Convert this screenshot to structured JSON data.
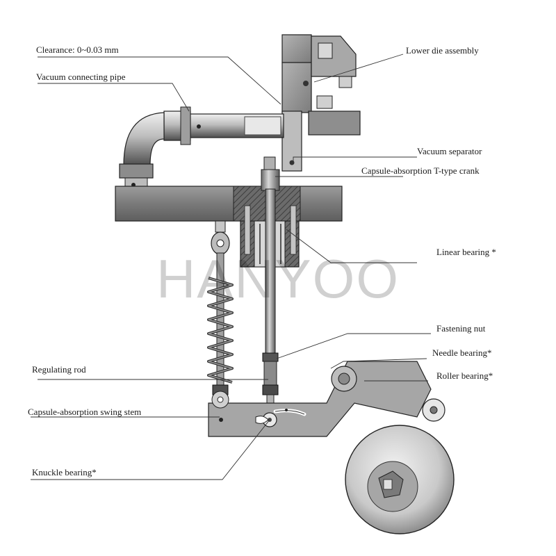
{
  "watermark": "HANYOO",
  "labels": {
    "clearance": "Clearance: 0~0.03 mm",
    "vacuum_pipe": "Vacuum connecting pipe",
    "lower_die": "Lower die assembly",
    "vacuum_separator": "Vacuum separator",
    "t_crank": "Capsule-absorption T-type crank",
    "linear_bearing": "Linear bearing *",
    "fastening_nut": "Fastening nut",
    "needle_bearing": "Needle bearing*",
    "roller_bearing": "Roller bearing*",
    "regulating_rod": "Regulating rod",
    "swing_stem": "Capsule-absorption swing stem",
    "knuckle_bearing": "Knuckle bearing*"
  },
  "colors": {
    "metal_light": "#c8c8c8",
    "metal_mid": "#9a9a9a",
    "metal_dark": "#5a5a5a",
    "outline": "#222222",
    "leader": "#333333"
  }
}
